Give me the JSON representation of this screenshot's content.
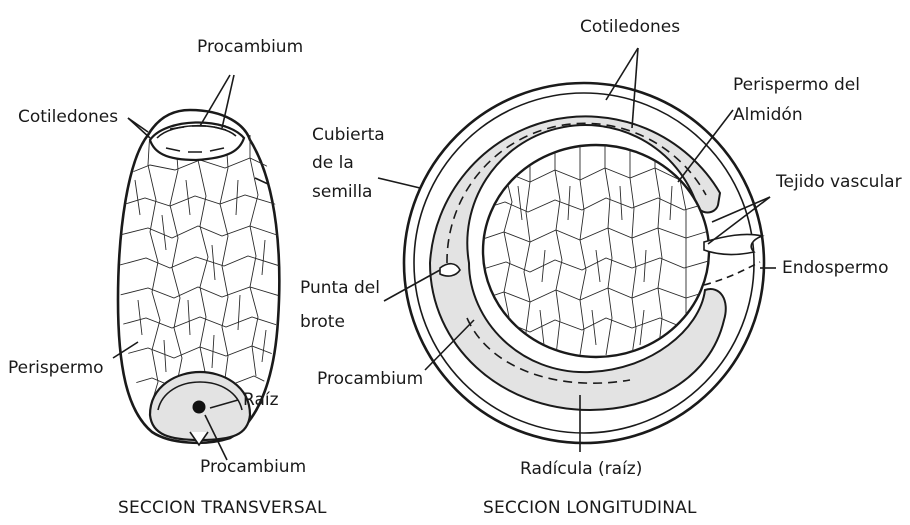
{
  "left_figure": {
    "labels": {
      "procambium_top": "Procambium",
      "cotiledones": "Cotiledones",
      "perispermo": "Perispermo",
      "raiz": "Raíz",
      "procambium_bottom": "Procambium"
    },
    "caption": "SECCION TRANSVERSAL"
  },
  "right_figure": {
    "labels": {
      "cotiledones": "Cotiledones",
      "perispermo_almidon_1": "Perispermo del",
      "perispermo_almidon_2": "Almidón",
      "cubierta_1": "Cubierta",
      "cubierta_2": "de la",
      "cubierta_3": "semilla",
      "tejido_vascular": "Tejido vascular",
      "endospermo": "Endospermo",
      "punta_1": "Punta del",
      "punta_2": "brote",
      "procambium": "Procambium",
      "radicula": "Radícula (raíz)"
    },
    "caption": "SECCION LONGITUDINAL"
  }
}
